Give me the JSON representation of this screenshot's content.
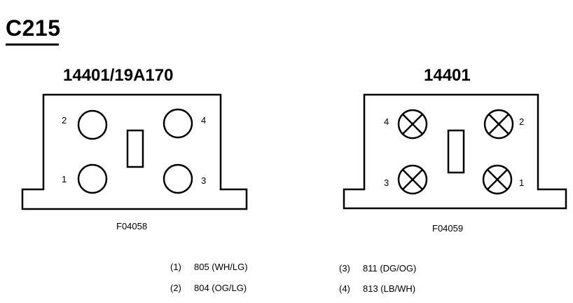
{
  "title": "C215",
  "connectors": [
    {
      "title": "14401/19A170",
      "figure_code": "F04058",
      "pins": {
        "p1": "1",
        "p2": "2",
        "p3": "3",
        "p4": "4"
      }
    },
    {
      "title": "14401",
      "figure_code": "F04059",
      "pins": {
        "p1": "1",
        "p2": "2",
        "p3": "3",
        "p4": "4"
      }
    }
  ],
  "legend": [
    {
      "num": "(1)",
      "text": "805 (WH/LG)"
    },
    {
      "num": "(2)",
      "text": "804 (OG/LG)"
    },
    {
      "num": "(3)",
      "text": "811 (DG/OG)"
    },
    {
      "num": "(4)",
      "text": "813 (LB/WH)"
    }
  ]
}
